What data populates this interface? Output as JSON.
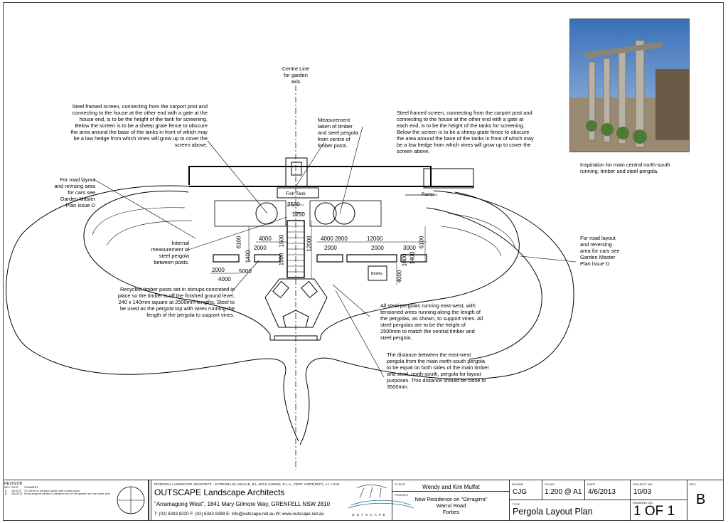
{
  "drawing": {
    "axis_label": "Centre Line\nfor   garden\naxis",
    "notes": {
      "screen_left": "Steel framed screen, connecting from the carport post and\nconnecting to the house at the other end with a gate at the\nhouse end, is to be the height of the tank for screening.\nBelow the screen is to be a sheep grate fence to obscure\nthe area around the base of the tanks in front of which may\nbe a low hedge from which vines will grow up to cover the\nscreen above.",
      "measurement": "Measurement\ntaken of timber\nand steel pergola\nfrom centre of\ntimber posts.",
      "screen_right": "Steel framed screen, connecting from the carport post and\nconnecting to the house at the other end with a gate at\neach end, is to be the height of the tanks for screening.\nBelow the screen is to be a sheep grate fence to obscure\nthe area around the base of the tanks in front of which may\nbe a low hedge from which vines will grow up to cover the\nscreen above.",
      "road_left": "For road layout\nand revrsing area\nfor cars see\nGarden Master\nPlan issue D",
      "road_right": "For road layout\nand reversing\narea for cars see\nGarden Master\nPlan issue D",
      "internal": "Internal\nmeasurement of\nsteel pergola\nbetween posts.",
      "recycled": "Recycled timber posts set in stirrups concreted in\nplace so the timber is off the finished ground level,\n240 x 140mm square at 2500mm lengths.  Steel to\nbe used as the pergola top with wires running the\nlength of the pergola to support vines.",
      "all_steel": "All steel pergolas running east-west, with\ntensioned wires running along the length of\nthe pergolas, as shown, to support vines.  All\nsteel pergolas are to be the height of\n2500mm to match the central timber and\nsteel pergola.",
      "distance": "The distance between the east-west\npergola from the main north-south pergola\nto be equal on both sides of the main timber\nand steel, north-south, pergola for layout\npurposes.  This distance should be close to\n3500mm.",
      "inspiration": "Inspiration for main central north-south\nrunning, timber and steel pergola."
    },
    "labels": {
      "fish_tank": "Fish Tank",
      "ramp": "Ramp",
      "biolitis": "Biolitis"
    },
    "dims": {
      "d2500": "2500",
      "d1250": "1250",
      "d12000v": "12000",
      "d4000a": "4000",
      "d2000a": "2000",
      "d6100a": "6100",
      "d1400a": "1400",
      "d1500a": "1500",
      "d1500b": "1500",
      "d2000b": "2000",
      "d5000": "5000",
      "d4000b": "4000",
      "d4000c": "4000",
      "d2800": "2800",
      "d12000h": "12000",
      "d2000c": "2000",
      "d2000d": "2000",
      "d3000": "3000",
      "d6100b": "6100",
      "d1400b": "1400",
      "d1000": "1000",
      "d4000d": "4000"
    }
  },
  "title_block": {
    "revision_label": "REVISION",
    "rev_cols": [
      "REV",
      "DATE",
      "COMMENT"
    ],
    "rev_rows": [
      [
        "A",
        "15/3/13",
        "To client for pergola layout and construction"
      ],
      [
        "B",
        "4/6/2013",
        "Extra pergola added to western end of the garden on east west axis"
      ]
    ],
    "principal": "PRINCIPAL LANDSCAPE ARCHITECT - CATRIONA GLANVILLE, B.L.ARCH (UNSW), R.L.A., CERT. HORT(DIST), A.I.L.D.M.",
    "firm": "OUTSCAPE Landscape Architects",
    "address": "\"Arramagong West\", 1841 Mary Gilmore Way, GRENFELL NSW  2810",
    "contact": "T: (02) 6343 8220  F: (02) 6343 8288  E: info@outscape.net.au  W: www.outscape.net.au",
    "logo_text": "O U T S C A P E",
    "client_label": "CLIENT",
    "client": "Wendy and Kim Muffet",
    "project_label": "PROJECT",
    "project": "New Residence on \"Girragirra\"\nWarrul Road\nForbes",
    "drawn_label": "DRAWN",
    "drawn": "CJG",
    "scale_label": "SCALE",
    "scale": "1:200 @ A1",
    "date_label": "DATE",
    "date": "4/6/2013",
    "project_no_label": "PROJECT NO",
    "project_no": "10/03",
    "title_label": "TITLE",
    "title": "Pergola Layout Plan",
    "drawing_no_label": "DRAWING NO",
    "drawing_no": "1 OF 1",
    "rev_label": "REV",
    "rev": "B"
  }
}
